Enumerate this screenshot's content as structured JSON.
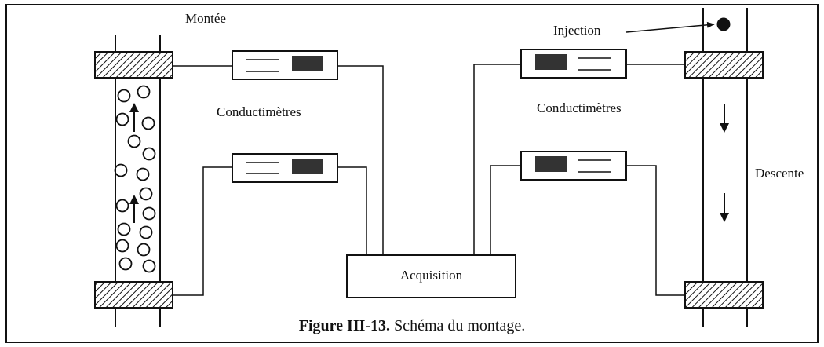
{
  "labels": {
    "montee": "Montée",
    "injection": "Injection",
    "conductimetres_left": "Conductimètres",
    "conductimetres_right": "Conductimètres",
    "descente": "Descente",
    "acquisition": "Acquisition"
  },
  "caption": {
    "number": "Figure III-13.",
    "text": " Schéma du montage."
  },
  "colors": {
    "ink": "#111111",
    "probe_fill": "#333333",
    "background": "#ffffff"
  }
}
